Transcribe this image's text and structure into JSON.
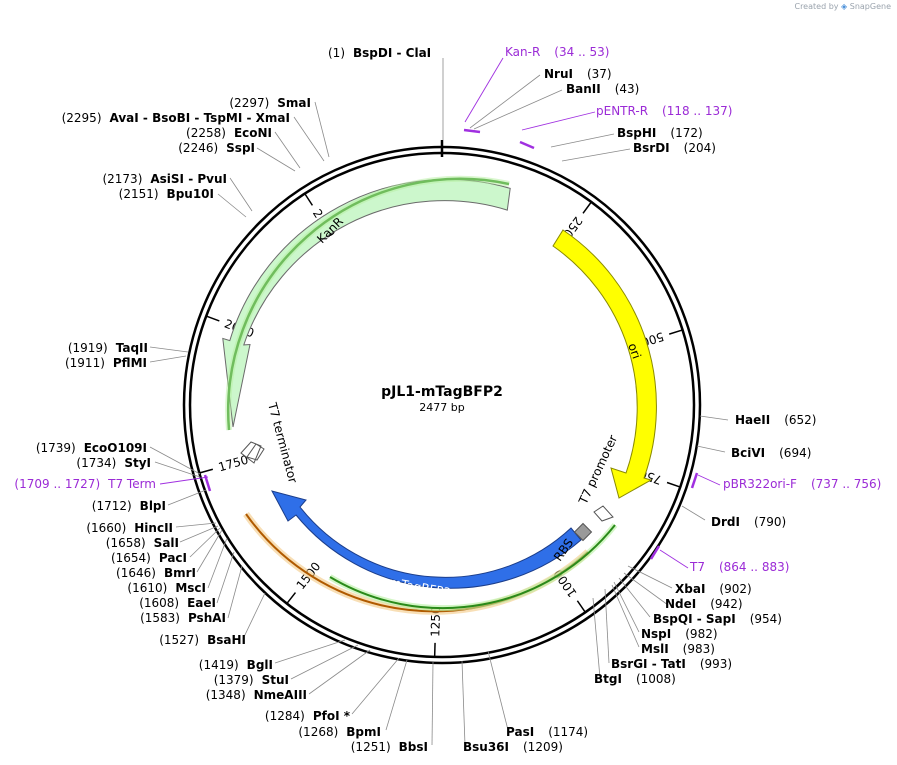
{
  "credit": {
    "prefix": "Created by",
    "brand": "SnapGene"
  },
  "plasmid": {
    "name": "pJL1-mTagBFP2",
    "length_label": "2477 bp"
  },
  "ticks": [
    "250",
    "500",
    "750",
    "1000",
    "1250",
    "1500",
    "1750",
    "2000",
    "2250"
  ],
  "features": {
    "kanr": "KanR",
    "ori": "ori",
    "t7_terminator": "T7 terminator",
    "t7_promoter": "T7 promoter",
    "rbs": "RBS",
    "mtagbfp2": "mTagBFP2"
  },
  "sites": [
    {
      "pos": "(1)",
      "name": "BspDI",
      "name2": "ClaI"
    },
    {
      "pos": "(37)",
      "name": "NruI"
    },
    {
      "pos": "(43)",
      "name": "BanII"
    },
    {
      "pos": "(172)",
      "name": "BspHI"
    },
    {
      "pos": "(204)",
      "name": "BsrDI"
    },
    {
      "pos": "(652)",
      "name": "HaeII"
    },
    {
      "pos": "(694)",
      "name": "BciVI"
    },
    {
      "pos": "(790)",
      "name": "DrdI"
    },
    {
      "pos": "(902)",
      "name": "XbaI"
    },
    {
      "pos": "(942)",
      "name": "NdeI"
    },
    {
      "pos": "(954)",
      "name": "BspQI",
      "name2": "SapI"
    },
    {
      "pos": "(982)",
      "name": "NspI"
    },
    {
      "pos": "(983)",
      "name": "MslI"
    },
    {
      "pos": "(993)",
      "name": "BsrGI",
      "name2": "TatI"
    },
    {
      "pos": "(1008)",
      "name": "BtgI"
    },
    {
      "pos": "(1174)",
      "name": "PasI"
    },
    {
      "pos": "(1209)",
      "name": "Bsu36I"
    },
    {
      "pos": "(1251)",
      "name": "BbsI"
    },
    {
      "pos": "(1268)",
      "name": "BpmI"
    },
    {
      "pos": "(1284)",
      "name": "PfoI *"
    },
    {
      "pos": "(1348)",
      "name": "NmeAIII"
    },
    {
      "pos": "(1379)",
      "name": "StuI"
    },
    {
      "pos": "(1419)",
      "name": "BglI"
    },
    {
      "pos": "(1527)",
      "name": "BsaHI"
    },
    {
      "pos": "(1583)",
      "name": "PshAI"
    },
    {
      "pos": "(1608)",
      "name": "EaeI"
    },
    {
      "pos": "(1610)",
      "name": "MscI"
    },
    {
      "pos": "(1646)",
      "name": "BmrI"
    },
    {
      "pos": "(1654)",
      "name": "PacI"
    },
    {
      "pos": "(1658)",
      "name": "SalI"
    },
    {
      "pos": "(1660)",
      "name": "HincII"
    },
    {
      "pos": "(1712)",
      "name": "BlpI"
    },
    {
      "pos": "(1734)",
      "name": "StyI"
    },
    {
      "pos": "(1739)",
      "name": "EcoO109I"
    },
    {
      "pos": "(1911)",
      "name": "PflMI"
    },
    {
      "pos": "(1919)",
      "name": "TaqII"
    },
    {
      "pos": "(2151)",
      "name": "Bpu10I"
    },
    {
      "pos": "(2173)",
      "name": "AsiSI",
      "name2": "PvuI"
    },
    {
      "pos": "(2246)",
      "name": "SspI"
    },
    {
      "pos": "(2258)",
      "name": "EcoNI"
    },
    {
      "pos": "(2295)",
      "name": "AvaI",
      "name2": "BsoBI",
      "name3": "TspMI",
      "name4": "XmaI"
    },
    {
      "pos": "(2297)",
      "name": "SmaI"
    }
  ],
  "primers": [
    {
      "name": "Kan-R",
      "range": "(34 .. 53)"
    },
    {
      "name": "pENTR-R",
      "range": "(118 .. 137)"
    },
    {
      "name": "pBR322ori-F",
      "range": "(737 .. 756)"
    },
    {
      "name": "T7",
      "range": "(864 .. 883)"
    },
    {
      "name": "T7 Term",
      "range": "(1709 .. 1727)"
    }
  ]
}
